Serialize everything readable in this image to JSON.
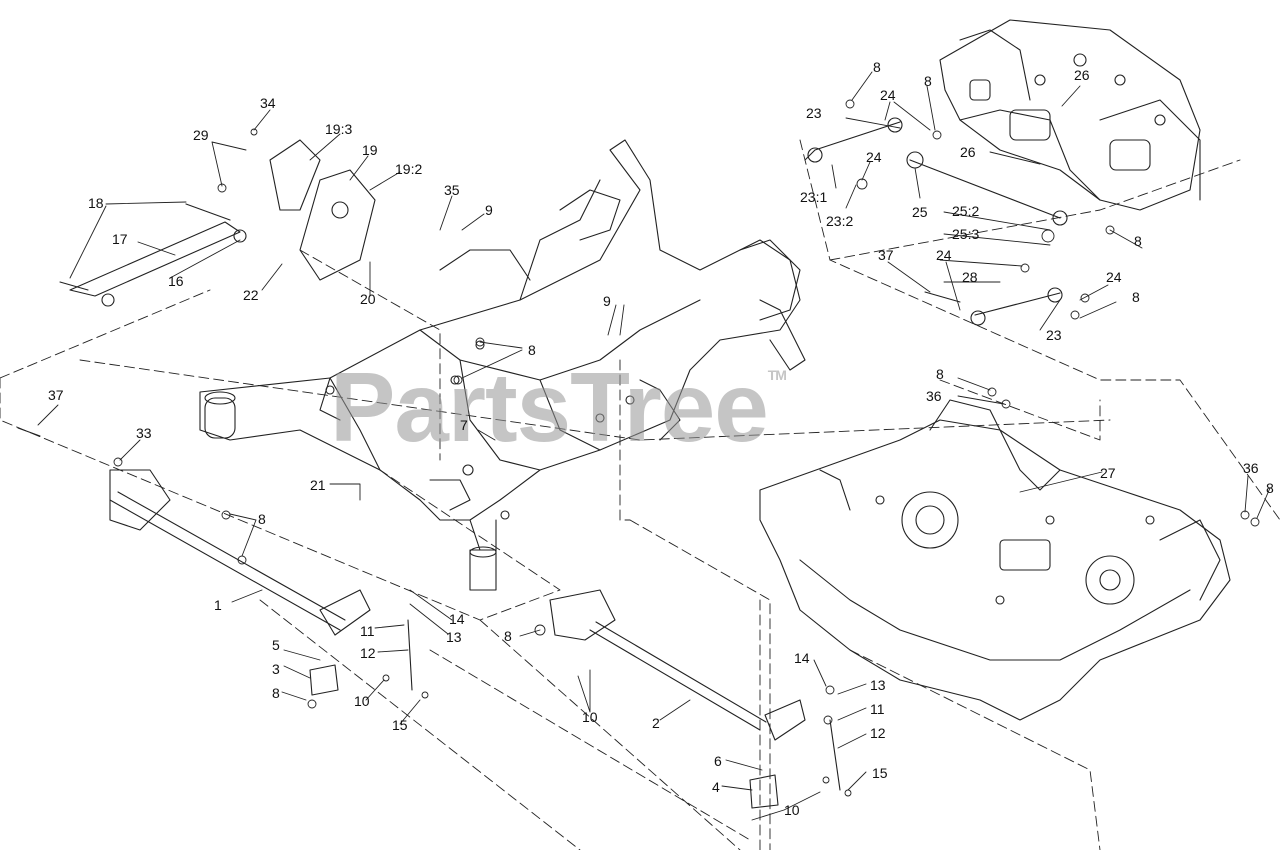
{
  "watermark": {
    "text": "PartsTree",
    "tm": "TM"
  },
  "callouts": [
    "1",
    "2",
    "3",
    "4",
    "5",
    "6",
    "7",
    "8",
    "9",
    "10",
    "11",
    "12",
    "13",
    "14",
    "15",
    "16",
    "17",
    "18",
    "19",
    "19:2",
    "19:3",
    "20",
    "21",
    "22",
    "23",
    "23:1",
    "23:2",
    "24",
    "25",
    "25:2",
    "25:3",
    "26",
    "27",
    "28",
    "29",
    "33",
    "34",
    "35",
    "36",
    "37"
  ],
  "colors": {
    "line": "#222222",
    "watermark": "#969696"
  }
}
